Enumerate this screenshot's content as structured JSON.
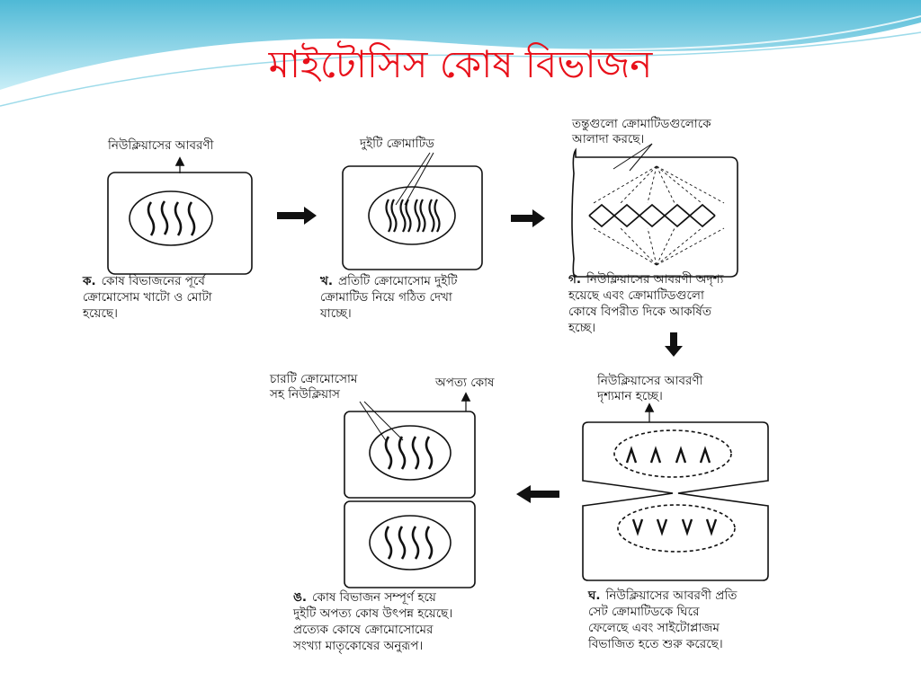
{
  "title": "মাইটোসিস কোষ বিভাজন",
  "theme": {
    "title_color": "#e8101a",
    "accent": "#58c4dc"
  },
  "labels": {
    "a": "নিউক্লিয়াসের আবরণী",
    "b": "দুইটি ক্রোমাটিড",
    "c": "তন্তুগুলো ক্রোমাটিডগুলোকে\nআলাদা করছে।",
    "d": "নিউক্লিয়াসের আবরণী\nদৃশ্যমান হচ্ছে।",
    "e_nucleus": "চারটি ক্রোমোসোম\nসহ নিউক্লিয়াস",
    "e_daughter": "অপত্য কোষ"
  },
  "captions": {
    "a": {
      "letter": "ক.",
      "text": "কোষ বিভাজনের পূর্বে\nক্রোমোসোম খাটো ও মোটা\nহয়েছে।"
    },
    "b": {
      "letter": "খ.",
      "text": "প্রতিটি ক্রোমোসোম দুইটি\nক্রোমাটিড নিয়ে গঠিত দেখা\nযাচ্ছে।"
    },
    "c": {
      "letter": "গ.",
      "text": "নিউক্লিয়াসের আবরণী অদৃশ্য\nহয়েছে এবং ক্রোমাটিডগুলো\nকোষে বিপরীত দিকে আকর্ষিত\nহচ্ছে।"
    },
    "d": {
      "letter": "ঘ.",
      "text": "নিউক্লিয়াসের আবরণী প্রতি\nসেট ক্রোমাটিডকে ঘিরে\nফেলেছে এবং সাইটোপ্লাজম\nবিভাজিত হতে শুরু করেছে।"
    },
    "e": {
      "letter": "ঙ.",
      "text": "কোষ বিভাজন সম্পূর্ণ হয়ে\nদুইটি অপত্য কোষ উৎপন্ন হয়েছে।\nপ্রত্যেক কোষে ক্রোমোসোমের\nসংখ্যা মাতৃকোষের অনুরূপ।"
    }
  }
}
